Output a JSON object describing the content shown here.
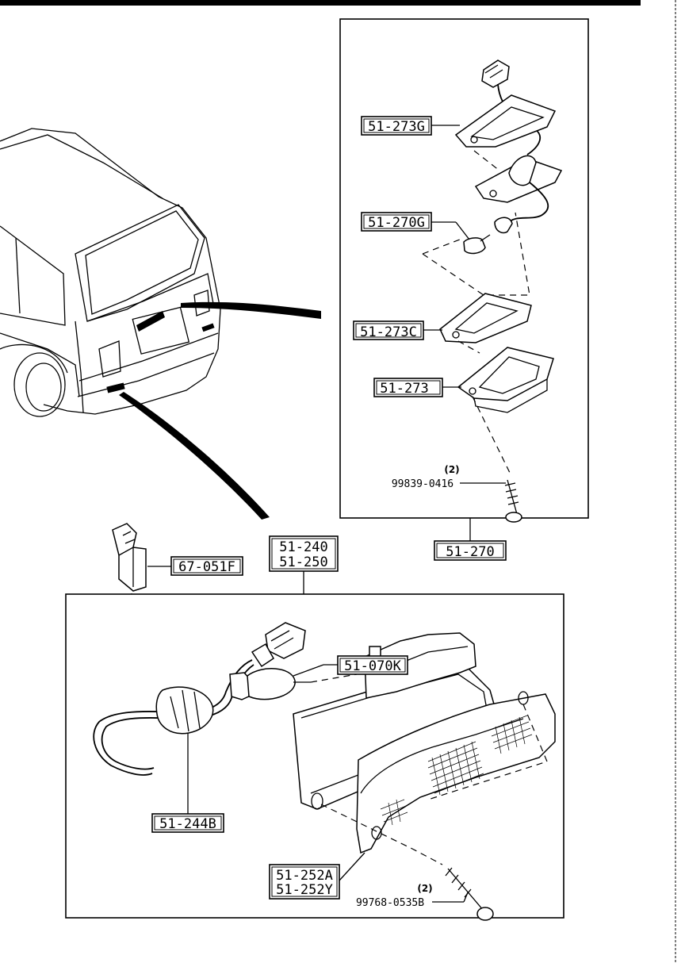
{
  "parts": {
    "lamp_gasket_outer": "51-273G",
    "lamp_bulb": "51-270G",
    "lamp_gasket_inner": "51-273C",
    "lamp_housing": "51-273",
    "lamp_screw_qty": "(2)",
    "lamp_screw": "99839-0416",
    "license_lamp_assy": "51-270",
    "rear_lamp_line1": "51-240",
    "rear_lamp_line2": "51-250",
    "clip": "67-051F",
    "rear_bulb": "51-070K",
    "socket": "51-244B",
    "lens_line1": "51-252A",
    "lens_line2": "51-252Y",
    "lens_screw_qty": "(2)",
    "lens_screw": "99768-0535B"
  },
  "icons": [
    "vehicle-rear-illustration",
    "license-lamp-exploded",
    "rear-combination-lamp-exploded"
  ]
}
